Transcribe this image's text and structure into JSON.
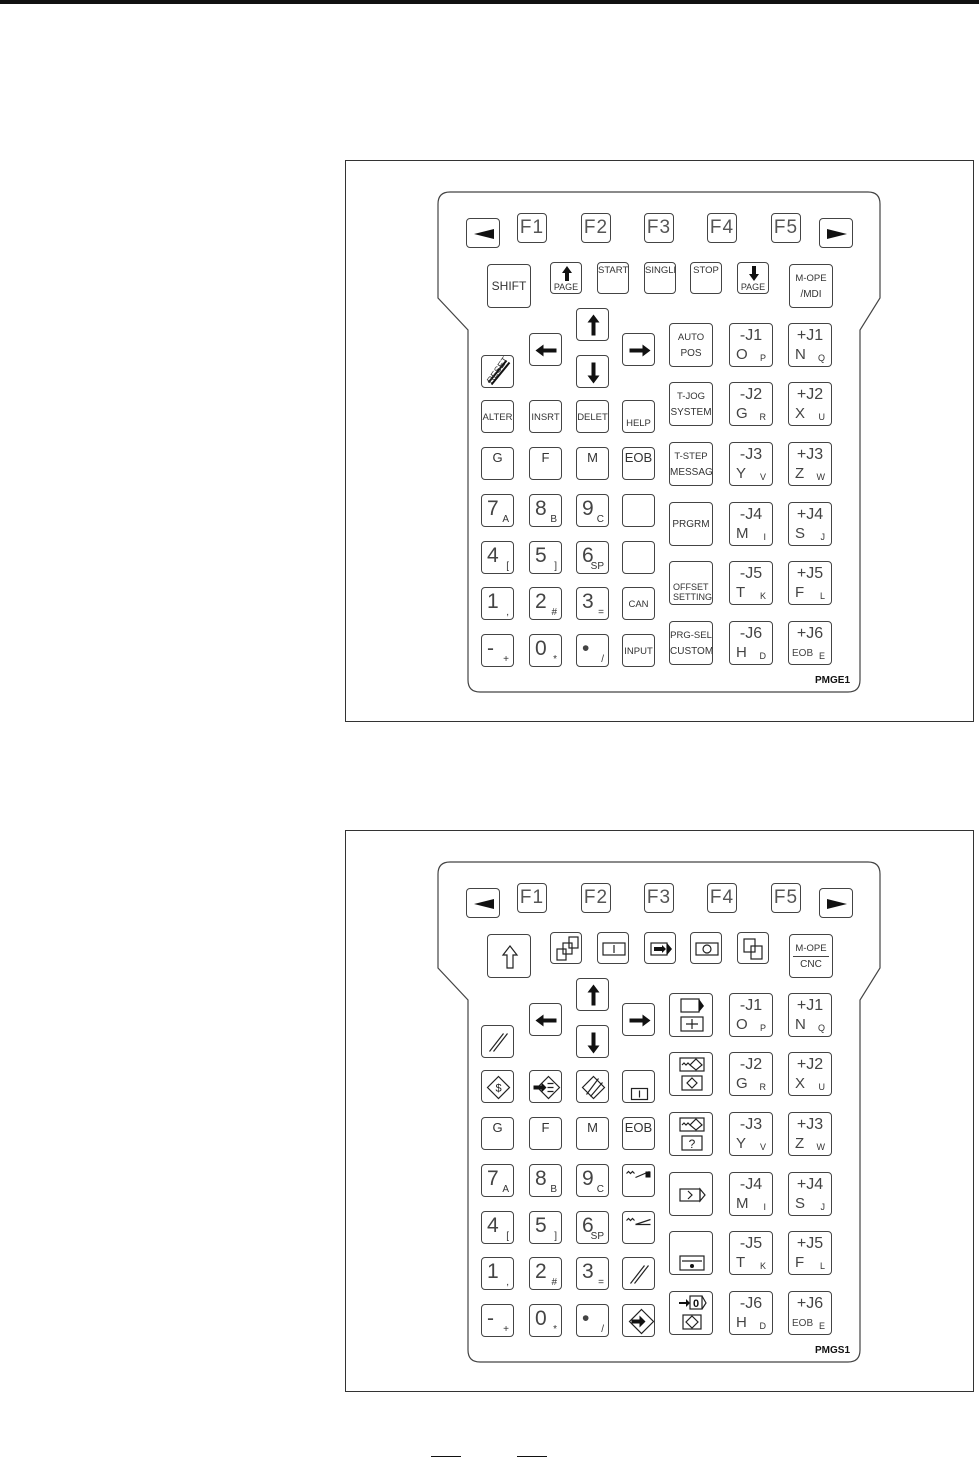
{
  "keypads": [
    {
      "tag": "PMGE1",
      "keys": [
        {
          "name": "left-soft-key",
          "icon": "tri-left"
        },
        {
          "name": "f1-key",
          "label": "F1"
        },
        {
          "name": "f2-key",
          "label": "F2"
        },
        {
          "name": "f3-key",
          "label": "F3"
        },
        {
          "name": "f4-key",
          "label": "F4"
        },
        {
          "name": "f5-key",
          "label": "F5"
        },
        {
          "name": "right-soft-key",
          "icon": "tri-right"
        },
        {
          "name": "shift-key",
          "label": "SHIFT"
        },
        {
          "name": "page-up-key",
          "icon": "arrow-up-small",
          "label": "PAGE"
        },
        {
          "name": "start-key",
          "top": "START"
        },
        {
          "name": "single-key",
          "top": "SINGLE"
        },
        {
          "name": "stop-key",
          "top": "STOP"
        },
        {
          "name": "page-down-key",
          "icon": "arrow-down-small",
          "label": "PAGE"
        },
        {
          "name": "m-ope-key",
          "top": "M-OPE",
          "bottom": "/MDI"
        },
        {
          "name": "reset-key",
          "icon": "reset-slashes",
          "label": "RESET"
        },
        {
          "name": "cursor-left-key",
          "icon": "arrow-left"
        },
        {
          "name": "cursor-up-key",
          "icon": "arrow-up"
        },
        {
          "name": "cursor-down-key",
          "icon": "arrow-down"
        },
        {
          "name": "cursor-right-key",
          "icon": "arrow-right"
        },
        {
          "name": "auto-pos-key",
          "top": "AUTO",
          "bottom": "POS"
        },
        {
          "name": "minus-j1-key",
          "j": "-J1",
          "main": "O",
          "sub": "P"
        },
        {
          "name": "plus-j1-key",
          "j": "+J1",
          "main": "N",
          "sub": "Q"
        },
        {
          "name": "alter-key",
          "label": "ALTER"
        },
        {
          "name": "insert-key",
          "label": "INSRT"
        },
        {
          "name": "delete-key",
          "label": "DELET"
        },
        {
          "name": "help-key",
          "bottom": "HELP"
        },
        {
          "name": "t-jog-system-key",
          "top": "T-JOG",
          "bottom": "SYSTEM"
        },
        {
          "name": "minus-j2-key",
          "j": "-J2",
          "main": "G",
          "sub": "R"
        },
        {
          "name": "plus-j2-key",
          "j": "+J2",
          "main": "X",
          "sub": "U"
        },
        {
          "name": "g-key",
          "top": "G"
        },
        {
          "name": "f-key",
          "top": "F"
        },
        {
          "name": "m-key",
          "top": "M"
        },
        {
          "name": "eob-key",
          "top": "EOB"
        },
        {
          "name": "t-step-message-key",
          "top": "T-STEP",
          "bottom": "MESSAGE"
        },
        {
          "name": "minus-j3-key",
          "j": "-J3",
          "main": "Y",
          "sub": "V"
        },
        {
          "name": "plus-j3-key",
          "j": "+J3",
          "main": "Z",
          "sub": "W"
        },
        {
          "name": "key-7",
          "main": "7",
          "sub": "A"
        },
        {
          "name": "key-8",
          "main": "8",
          "sub": "B"
        },
        {
          "name": "key-9",
          "main": "9",
          "sub": "C"
        },
        {
          "name": "blank-key-1"
        },
        {
          "name": "prgrm-key",
          "label": "PRGRM"
        },
        {
          "name": "minus-j4-key",
          "j": "-J4",
          "main": "M",
          "sub": "I"
        },
        {
          "name": "plus-j4-key",
          "j": "+J4",
          "main": "S",
          "sub": "J"
        },
        {
          "name": "key-4",
          "main": "4",
          "sub": "["
        },
        {
          "name": "key-5",
          "main": "5",
          "sub": "]"
        },
        {
          "name": "key-6",
          "main": "6",
          "sub": "SP"
        },
        {
          "name": "blank-key-2"
        },
        {
          "name": "offset-setting-key",
          "low1": "OFFSET",
          "low2": "SETTING"
        },
        {
          "name": "minus-j5-key",
          "j": "-J5",
          "main": "T",
          "sub": "K"
        },
        {
          "name": "plus-j5-key",
          "j": "+J5",
          "main": "F",
          "sub": "L"
        },
        {
          "name": "key-1",
          "main": "1",
          "sub": ","
        },
        {
          "name": "key-2",
          "main": "2",
          "sub": "#"
        },
        {
          "name": "key-3",
          "main": "3",
          "sub": "="
        },
        {
          "name": "can-key",
          "label": "CAN"
        },
        {
          "name": "prg-sel-custom-key",
          "top": "PRG-SEL",
          "bottom": "CUSTOM"
        },
        {
          "name": "minus-j6-key",
          "j": "-J6",
          "main": "H",
          "sub": "D"
        },
        {
          "name": "plus-j6-key",
          "j": "+J6",
          "main": "EOB",
          "sub": "E"
        },
        {
          "name": "key-minus",
          "main": "-",
          "sub": "+"
        },
        {
          "name": "key-0",
          "main": "0",
          "sub": "*"
        },
        {
          "name": "key-dot",
          "main": "•",
          "sub": "/"
        },
        {
          "name": "input-key",
          "label": "INPUT"
        }
      ]
    },
    {
      "tag": "PMGS1",
      "keys": [
        {
          "name": "left-soft-key",
          "icon": "tri-left"
        },
        {
          "name": "f1-key",
          "label": "F1"
        },
        {
          "name": "f2-key",
          "label": "F2"
        },
        {
          "name": "f3-key",
          "label": "F3"
        },
        {
          "name": "f4-key",
          "label": "F4"
        },
        {
          "name": "f5-key",
          "label": "F5"
        },
        {
          "name": "right-soft-key",
          "icon": "tri-right"
        },
        {
          "name": "shift-key",
          "icon": "hollow-up"
        },
        {
          "name": "page-key",
          "icon": "pages"
        },
        {
          "name": "start-key",
          "icon": "frame-bar"
        },
        {
          "name": "single-key",
          "icon": "tab-arrow"
        },
        {
          "name": "stop-key",
          "icon": "frame-circle"
        },
        {
          "name": "copy-key",
          "icon": "copy"
        },
        {
          "name": "m-ope-key",
          "top": "M-OPE",
          "bottom": "CNC",
          "divider": true
        },
        {
          "name": "reset-key",
          "icon": "slashes"
        },
        {
          "name": "cursor-left-key",
          "icon": "arrow-left"
        },
        {
          "name": "cursor-up-key",
          "icon": "arrow-up"
        },
        {
          "name": "cursor-down-key",
          "icon": "arrow-down"
        },
        {
          "name": "cursor-right-key",
          "icon": "arrow-right"
        },
        {
          "name": "auto-pos-key",
          "icon": "tab-cross"
        },
        {
          "name": "minus-j1-key",
          "j": "-J1",
          "main": "O",
          "sub": "P"
        },
        {
          "name": "plus-j1-key",
          "j": "+J1",
          "main": "N",
          "sub": "Q"
        },
        {
          "name": "alter-key",
          "icon": "diamond-dollar"
        },
        {
          "name": "insert-key",
          "icon": "diamond-insert"
        },
        {
          "name": "delete-key",
          "icon": "diamond-hatch"
        },
        {
          "name": "help-key",
          "icon": "screen-box"
        },
        {
          "name": "t-jog-system-key",
          "icon": "wave-diamond"
        },
        {
          "name": "minus-j2-key",
          "j": "-J2",
          "main": "G",
          "sub": "R"
        },
        {
          "name": "plus-j2-key",
          "j": "+J2",
          "main": "X",
          "sub": "U"
        },
        {
          "name": "g-key",
          "top": "G"
        },
        {
          "name": "f-key",
          "top": "F"
        },
        {
          "name": "m-key",
          "top": "M"
        },
        {
          "name": "eob-key",
          "top": "EOB"
        },
        {
          "name": "t-step-message-key",
          "icon": "wave-question"
        },
        {
          "name": "minus-j3-key",
          "j": "-J3",
          "main": "Y",
          "sub": "V"
        },
        {
          "name": "plus-j3-key",
          "j": "+J3",
          "main": "Z",
          "sub": "W"
        },
        {
          "name": "key-7",
          "main": "7",
          "sub": "A"
        },
        {
          "name": "key-8",
          "main": "8",
          "sub": "B"
        },
        {
          "name": "key-9",
          "main": "9",
          "sub": "C"
        },
        {
          "name": "wave-ramp-key",
          "icon": "wave-ramp"
        },
        {
          "name": "prgrm-key",
          "icon": "diamond-tab"
        },
        {
          "name": "minus-j4-key",
          "j": "-J4",
          "main": "M",
          "sub": "I"
        },
        {
          "name": "plus-j4-key",
          "j": "+J4",
          "main": "S",
          "sub": "J"
        },
        {
          "name": "key-4",
          "main": "4",
          "sub": "["
        },
        {
          "name": "key-5",
          "main": "5",
          "sub": "]"
        },
        {
          "name": "key-6",
          "main": "6",
          "sub": "SP"
        },
        {
          "name": "wave-slope-key",
          "icon": "wave-slope"
        },
        {
          "name": "offset-setting-key",
          "icon": "line-dot"
        },
        {
          "name": "minus-j5-key",
          "j": "-J5",
          "main": "T",
          "sub": "K"
        },
        {
          "name": "plus-j5-key",
          "j": "+J5",
          "main": "F",
          "sub": "L"
        },
        {
          "name": "key-1",
          "main": "1",
          "sub": ","
        },
        {
          "name": "key-2",
          "main": "2",
          "sub": "#"
        },
        {
          "name": "key-3",
          "main": "3",
          "sub": "="
        },
        {
          "name": "can-key",
          "icon": "slashes"
        },
        {
          "name": "prg-sel-custom-key",
          "icon": "zero-diamond"
        },
        {
          "name": "minus-j6-key",
          "j": "-J6",
          "main": "H",
          "sub": "D"
        },
        {
          "name": "plus-j6-key",
          "j": "+J6",
          "main": "EOB",
          "sub": "E"
        },
        {
          "name": "key-minus",
          "main": "-",
          "sub": "+"
        },
        {
          "name": "key-0",
          "main": "0",
          "sub": "*"
        },
        {
          "name": "key-dot",
          "main": "•",
          "sub": "/"
        },
        {
          "name": "input-key",
          "icon": "diamond-arrow"
        }
      ]
    }
  ]
}
